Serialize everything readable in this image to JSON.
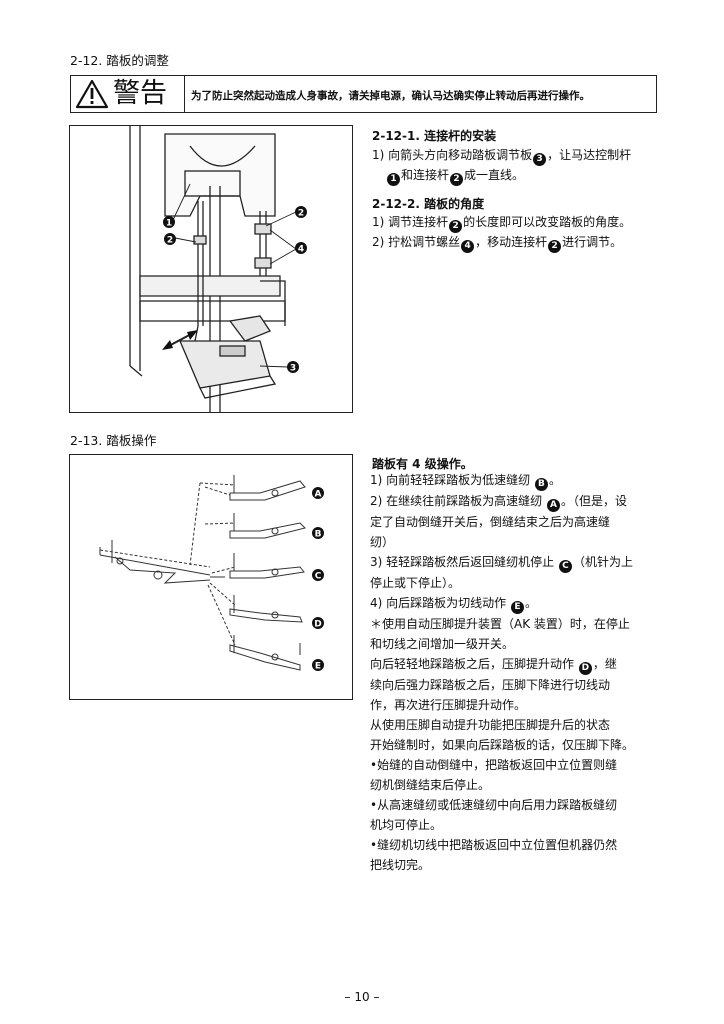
{
  "section1": {
    "title": "2-12. 踏板的调整",
    "warning_label": "警告",
    "warning_text": "为了防止突然起动造成人身事故，请关掉电源，确认马达确实停止转动后再进行操作。",
    "sub1": {
      "title": "2-12-1. 连接杆的安装",
      "lines": [
        {
          "prefix": "1) 向箭头方向移动踏板调节板",
          "mark": "3",
          "suffix": "，让马达控制杆"
        },
        {
          "mark": "1",
          "prefix": "",
          "suffix": "和连接杆",
          "mark2": "2",
          "suffix2": "成一直线。"
        }
      ]
    },
    "sub2": {
      "title": "2-12-2. 踏板的角度",
      "lines": [
        {
          "prefix": "1) 调节连接杆",
          "mark": "2",
          "suffix": "的长度即可以改变踏板的角度。"
        },
        {
          "prefix": "2) 拧松调节螺丝",
          "mark": "4",
          "suffix": "，移动连接杆",
          "mark2": "2",
          "suffix2": "进行调节。"
        }
      ]
    },
    "figure_labels": [
      "1",
      "2",
      "2",
      "4",
      "3"
    ]
  },
  "section2": {
    "title": "2-13. 踏板操作",
    "intro": "踏板有 4 级操作。",
    "figure_labels": [
      "A",
      "B",
      "C",
      "D",
      "E"
    ],
    "items": [
      {
        "pre": "1) 向前轻轻踩踏板为低速缝纫 ",
        "mark": "B",
        "post": "。"
      },
      {
        "pre": "2) 在继续往前踩踏板为高速缝纫 ",
        "mark": "A",
        "post": "。（但是，设"
      },
      {
        "pre": "    定了自动倒缝开关后，倒缝结束之后为高速缝",
        "mark": "",
        "post": ""
      },
      {
        "pre": "    纫）",
        "mark": "",
        "post": ""
      },
      {
        "pre": "3) 轻轻踩踏板然后返回缝纫机停止 ",
        "mark": "C",
        "post": "（机针为上"
      },
      {
        "pre": "    停止或下停止）。",
        "mark": "",
        "post": ""
      },
      {
        "pre": "4) 向后踩踏板为切线动作 ",
        "mark": "E",
        "post": "。"
      },
      {
        "pre": "＊使用自动压脚提升装置（AK 装置）时，在停止",
        "mark": "",
        "post": ""
      },
      {
        "pre": "    和切线之间增加一级开关。",
        "mark": "",
        "post": ""
      },
      {
        "pre": "    向后轻轻地踩踏板之后，压脚提升动作 ",
        "mark": "D",
        "post": "，继"
      },
      {
        "pre": "    续向后强力踩踏板之后，压脚下降进行切线动",
        "mark": "",
        "post": ""
      },
      {
        "pre": "    作，再次进行压脚提升动作。",
        "mark": "",
        "post": ""
      },
      {
        "pre": "    从使用压脚自动提升功能把压脚提升后的状态",
        "mark": "",
        "post": ""
      },
      {
        "pre": "    开始缝制时，如果向后踩踏板的话，仅压脚下降。",
        "mark": "",
        "post": ""
      },
      {
        "pre": "•始缝的自动倒缝中，把踏板返回中立位置则缝",
        "mark": "",
        "post": ""
      },
      {
        "pre": "  纫机倒缝结束后停止。",
        "mark": "",
        "post": ""
      },
      {
        "pre": "•从高速缝纫或低速缝纫中向后用力踩踏板缝纫",
        "mark": "",
        "post": ""
      },
      {
        "pre": "  机均可停止。",
        "mark": "",
        "post": ""
      },
      {
        "pre": "•缝纫机切线中把踏板返回中立位置但机器仍然",
        "mark": "",
        "post": ""
      },
      {
        "pre": "  把线切完。",
        "mark": "",
        "post": ""
      }
    ]
  },
  "page_number": "– 10 –"
}
